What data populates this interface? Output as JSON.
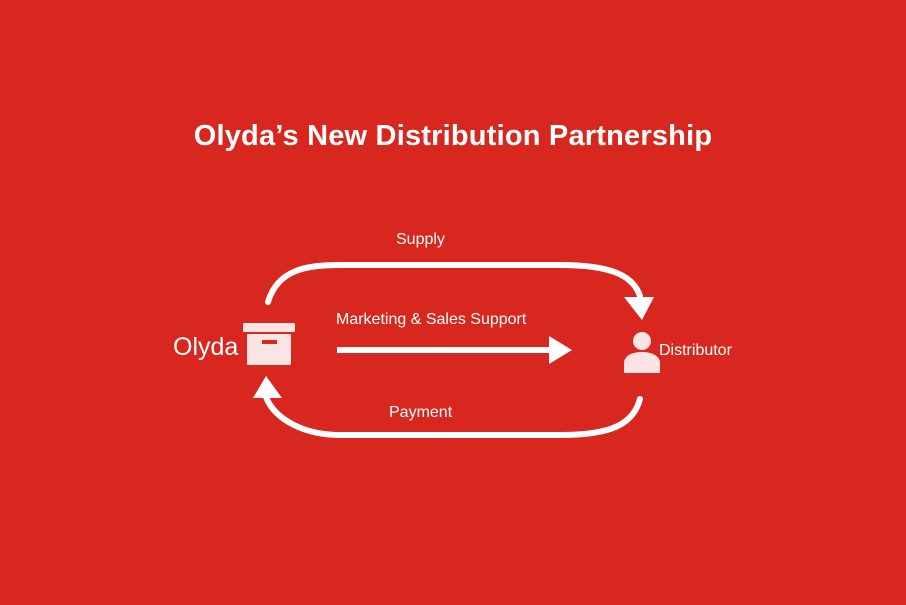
{
  "title": "Olyda’s New Distribution Partnership",
  "nodes": {
    "source": {
      "label": "Olyda",
      "icon": "archive-box-icon"
    },
    "target": {
      "label": "Distributor",
      "icon": "person-icon"
    }
  },
  "flows": {
    "supply": "Supply",
    "marketing": "Marketing & Sales Support",
    "payment": "Payment"
  },
  "colors": {
    "background": "#d7271e",
    "foreground": "#ffffff",
    "icon_fill": "#fbe4e3"
  }
}
